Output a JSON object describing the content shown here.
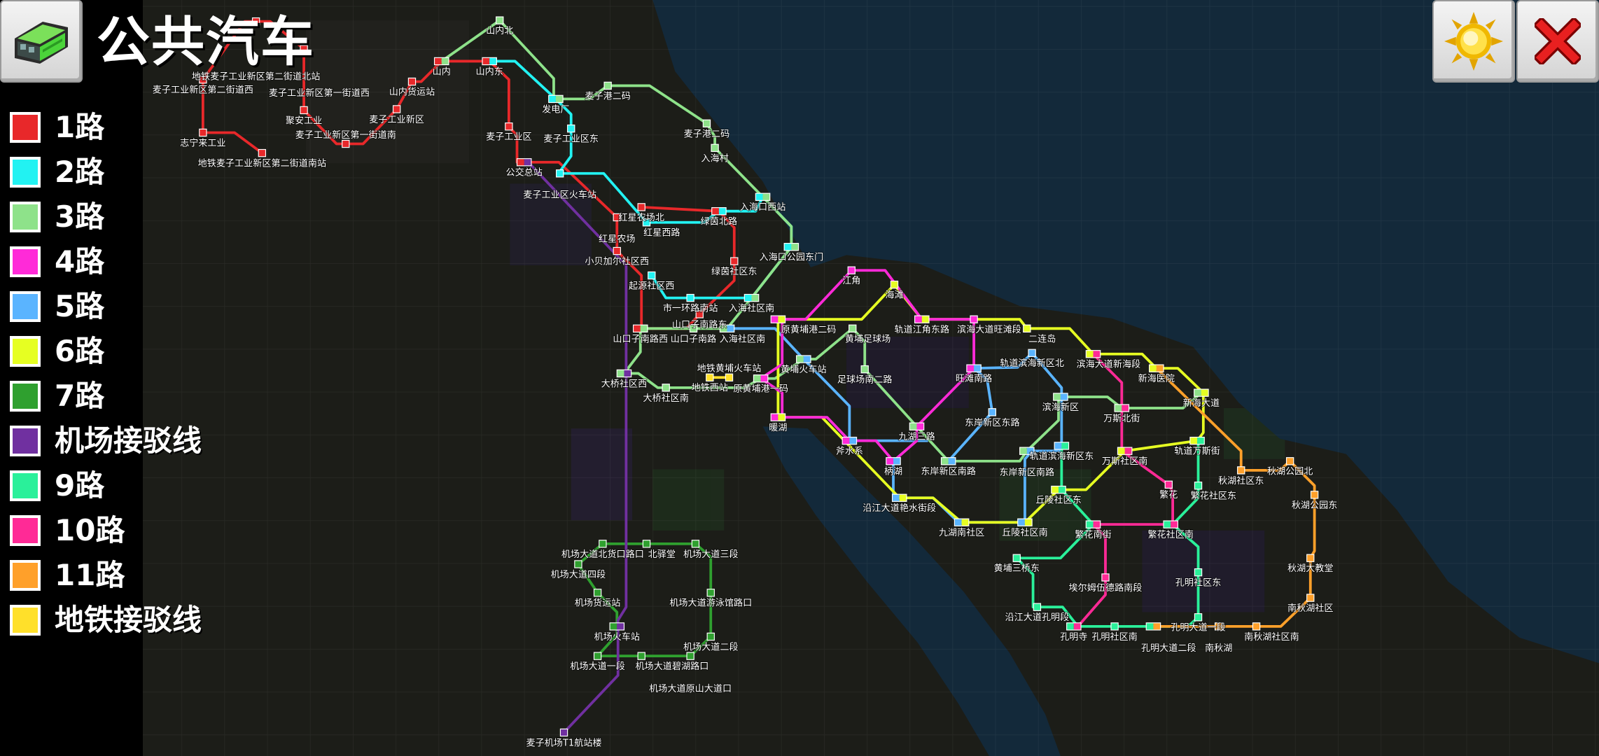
{
  "header": {
    "title": "公共汽车"
  },
  "buttons": {
    "bus_icon": "bus-icon",
    "sun_icon": "sun-icon",
    "close_icon": "close-icon"
  },
  "legend": {
    "items": [
      {
        "label": "1路",
        "color": "#e8282a"
      },
      {
        "label": "2路",
        "color": "#22f2f2"
      },
      {
        "label": "3路",
        "color": "#8ee28a"
      },
      {
        "label": "4路",
        "color": "#ff2ad8"
      },
      {
        "label": "5路",
        "color": "#5ab4ff"
      },
      {
        "label": "6路",
        "color": "#e6ff22"
      },
      {
        "label": "7路",
        "color": "#2fa02f"
      },
      {
        "label": "机场接驳线",
        "color": "#7030a0"
      },
      {
        "label": "9路",
        "color": "#2af09a"
      },
      {
        "label": "10路",
        "color": "#ff2a96"
      },
      {
        "label": "11路",
        "color": "#ffa02a"
      },
      {
        "label": "地铁接驳线",
        "color": "#ffe02a"
      }
    ]
  },
  "stations": [
    {
      "name": "地铁麦子工业新区第二街道南站"
    },
    {
      "name": "志宁来工业"
    },
    {
      "name": "麦子工业新区第二街道西"
    },
    {
      "name": "地铁麦子工业新区第二街道北站"
    },
    {
      "name": "麦子工业新区第一街道西"
    },
    {
      "name": "聚安工业"
    },
    {
      "name": "麦子工业新区第一街道南"
    },
    {
      "name": "麦子工业新区"
    },
    {
      "name": "山内货运站"
    },
    {
      "name": "山内"
    },
    {
      "name": "山内北"
    },
    {
      "name": "山内东"
    },
    {
      "name": "麦子工业区"
    },
    {
      "name": "发电厂"
    },
    {
      "name": "麦子港二码"
    },
    {
      "name": "麦子港二码"
    },
    {
      "name": "入海村"
    },
    {
      "name": "公交总站"
    },
    {
      "name": "麦子工业区东"
    },
    {
      "name": "麦子工业区火车站"
    },
    {
      "name": "入海口西站"
    },
    {
      "name": "红星农场北"
    },
    {
      "name": "红星农场"
    },
    {
      "name": "红星西路"
    },
    {
      "name": "绿茵北路"
    },
    {
      "name": "入海口公园东门"
    },
    {
      "name": "小贝加尔社区西"
    },
    {
      "name": "绿茵社区东"
    },
    {
      "name": "起源社区西"
    },
    {
      "name": "市一环路南站"
    },
    {
      "name": "入海社区南"
    },
    {
      "name": "山口子南路东"
    },
    {
      "name": "山口子南路西"
    },
    {
      "name": "山口子南路"
    },
    {
      "name": "入海社区南"
    },
    {
      "name": "原黄埔港二码"
    },
    {
      "name": "江角"
    },
    {
      "name": "海滩"
    },
    {
      "name": "轨道江角东路"
    },
    {
      "name": "滨海大道旺滩段"
    },
    {
      "name": "二连岛"
    },
    {
      "name": "黄埔足球场"
    },
    {
      "name": "黄埔火车站"
    },
    {
      "name": "原黄埔港一码"
    },
    {
      "name": "足球场南二路"
    },
    {
      "name": "旺滩南路"
    },
    {
      "name": "轨道滨海新区北"
    },
    {
      "name": "滨海大道新海段"
    },
    {
      "name": "新海医院"
    },
    {
      "name": "新海大道"
    },
    {
      "name": "滨海新区"
    },
    {
      "name": "万斯北街"
    },
    {
      "name": "东岸新区东路"
    },
    {
      "name": "暖湖"
    },
    {
      "name": "九湖三路"
    },
    {
      "name": "斧水系"
    },
    {
      "name": "轨道滨海新区东"
    },
    {
      "name": "轨道万斯街"
    },
    {
      "name": "万斯社区南"
    },
    {
      "name": "东岸新区南路"
    },
    {
      "name": "东岸新区南路"
    },
    {
      "name": "柄湖"
    },
    {
      "name": "秋湖社区东"
    },
    {
      "name": "秋湖公园北"
    },
    {
      "name": "繁花"
    },
    {
      "name": "繁花社区东"
    },
    {
      "name": "丘陵社区东"
    },
    {
      "name": "秋湖公园东"
    },
    {
      "name": "沿江大道艳水街段"
    },
    {
      "name": "九湖南社区"
    },
    {
      "name": "丘陵社区南"
    },
    {
      "name": "繁花南街"
    },
    {
      "name": "繁花社区南"
    },
    {
      "name": "黄埔三桥东"
    },
    {
      "name": "秋湖大教堂"
    },
    {
      "name": "孔明社区东"
    },
    {
      "name": "埃尔姆伍德路南段"
    },
    {
      "name": "南秋湖社区"
    },
    {
      "name": "沿江大道孔明段"
    },
    {
      "name": "孔明大道一段"
    },
    {
      "name": "孔明寺"
    },
    {
      "name": "孔明社区南"
    },
    {
      "name": "孔明大道二段"
    },
    {
      "name": "南秋湖"
    },
    {
      "name": "南秋湖社区南"
    },
    {
      "name": "大桥社区西"
    },
    {
      "name": "大桥社区南"
    },
    {
      "name": "地铁西站"
    },
    {
      "name": "地铁黄埔火车站"
    },
    {
      "name": "机场大道北货口路口"
    },
    {
      "name": "北驿堂"
    },
    {
      "name": "机场大道三段"
    },
    {
      "name": "机场大道四段"
    },
    {
      "name": "机场货运站"
    },
    {
      "name": "机场大道游泳馆路口"
    },
    {
      "name": "机场火车站"
    },
    {
      "name": "机场大道二段"
    },
    {
      "name": "机场大道一段"
    },
    {
      "name": "机场大道碧湖路口"
    },
    {
      "name": "机场大道原山大道口"
    },
    {
      "name": "麦子机场T1航站楼"
    }
  ]
}
